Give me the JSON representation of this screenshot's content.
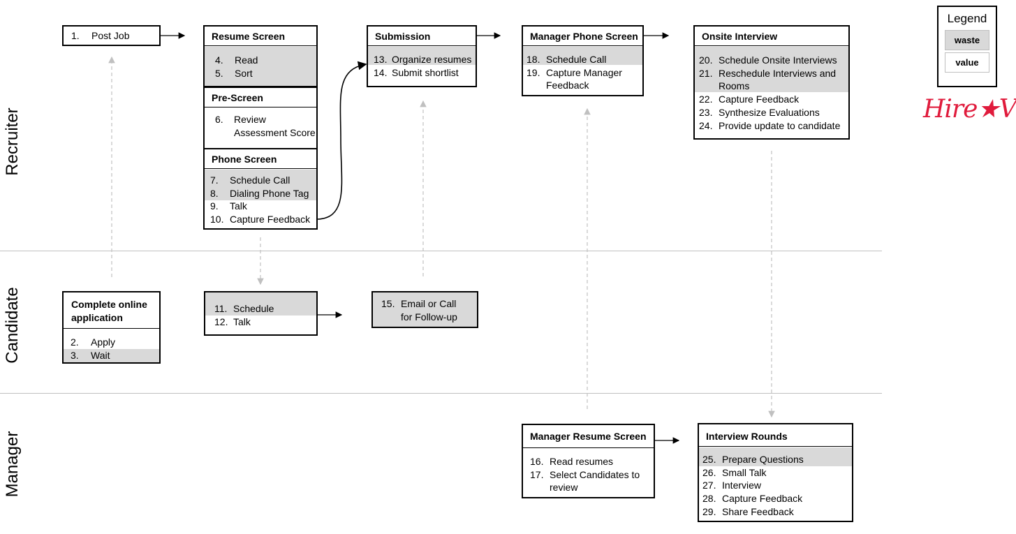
{
  "lanes": [
    "Recruiter",
    "Candidate",
    "Manager"
  ],
  "legend": {
    "title": "Legend",
    "waste": "waste",
    "value": "value",
    "waste_color": "#d9d9d9"
  },
  "logo": "Hire★Vue",
  "post_job": {
    "items": [
      {
        "n": "1.",
        "t": "Post Job"
      }
    ]
  },
  "resume_screen": {
    "title": "Resume Screen",
    "items": [
      {
        "n": "4.",
        "t": "Read"
      },
      {
        "n": "5.",
        "t": "Sort"
      }
    ]
  },
  "pre_screen": {
    "title": "Pre-Screen",
    "items": [
      {
        "n": "6.",
        "t": "Review"
      },
      {
        "n": "",
        "t": "Assessment Score"
      }
    ]
  },
  "phone_screen": {
    "title": "Phone Screen",
    "items": [
      {
        "n": "7.",
        "t": "Schedule Call"
      },
      {
        "n": "8.",
        "t": "Dialing Phone Tag"
      },
      {
        "n": "9.",
        "t": "Talk"
      },
      {
        "n": "10.",
        "t": "Capture Feedback"
      }
    ]
  },
  "submission": {
    "title": "Submission",
    "items": [
      {
        "n": "13.",
        "t": "Organize resumes"
      },
      {
        "n": "14.",
        "t": "Submit shortlist"
      }
    ]
  },
  "manager_phone_screen": {
    "title": "Manager Phone Screen",
    "items": [
      {
        "n": "18.",
        "t": "Schedule Call"
      },
      {
        "n": "19.",
        "t": "Capture Manager"
      },
      {
        "n": "",
        "t": "Feedback"
      }
    ]
  },
  "onsite_interview": {
    "title": "Onsite Interview",
    "items": [
      {
        "n": "20.",
        "t": "Schedule Onsite Interviews"
      },
      {
        "n": "21.",
        "t": "Reschedule Interviews and"
      },
      {
        "n": "",
        "t": "Rooms"
      },
      {
        "n": "22.",
        "t": "Capture Feedback"
      },
      {
        "n": "23.",
        "t": "Synthesize Evaluations"
      },
      {
        "n": "24.",
        "t": "Provide update to candidate"
      }
    ]
  },
  "complete_application": {
    "title_1": "Complete online",
    "title_2": "application",
    "items": [
      {
        "n": "2.",
        "t": "Apply"
      },
      {
        "n": "3.",
        "t": "Wait"
      }
    ]
  },
  "candidate_schedule": {
    "items": [
      {
        "n": "11.",
        "t": "Schedule"
      },
      {
        "n": "12.",
        "t": "Talk"
      }
    ]
  },
  "email_followup": {
    "items": [
      {
        "n": "15.",
        "t": "Email or Call"
      },
      {
        "n": "",
        "t": "for Follow-up"
      }
    ]
  },
  "manager_resume_screen": {
    "title": "Manager Resume Screen",
    "items": [
      {
        "n": "16.",
        "t": "Read resumes"
      },
      {
        "n": "17.",
        "t": "Select Candidates to"
      },
      {
        "n": "",
        "t": "review"
      }
    ]
  },
  "interview_rounds": {
    "title": "Interview Rounds",
    "items": [
      {
        "n": "25.",
        "t": "Prepare Questions"
      },
      {
        "n": "26.",
        "t": "Small Talk"
      },
      {
        "n": "27.",
        "t": "Interview"
      },
      {
        "n": "28.",
        "t": "Capture Feedback"
      },
      {
        "n": "29.",
        "t": "Share Feedback"
      }
    ]
  }
}
